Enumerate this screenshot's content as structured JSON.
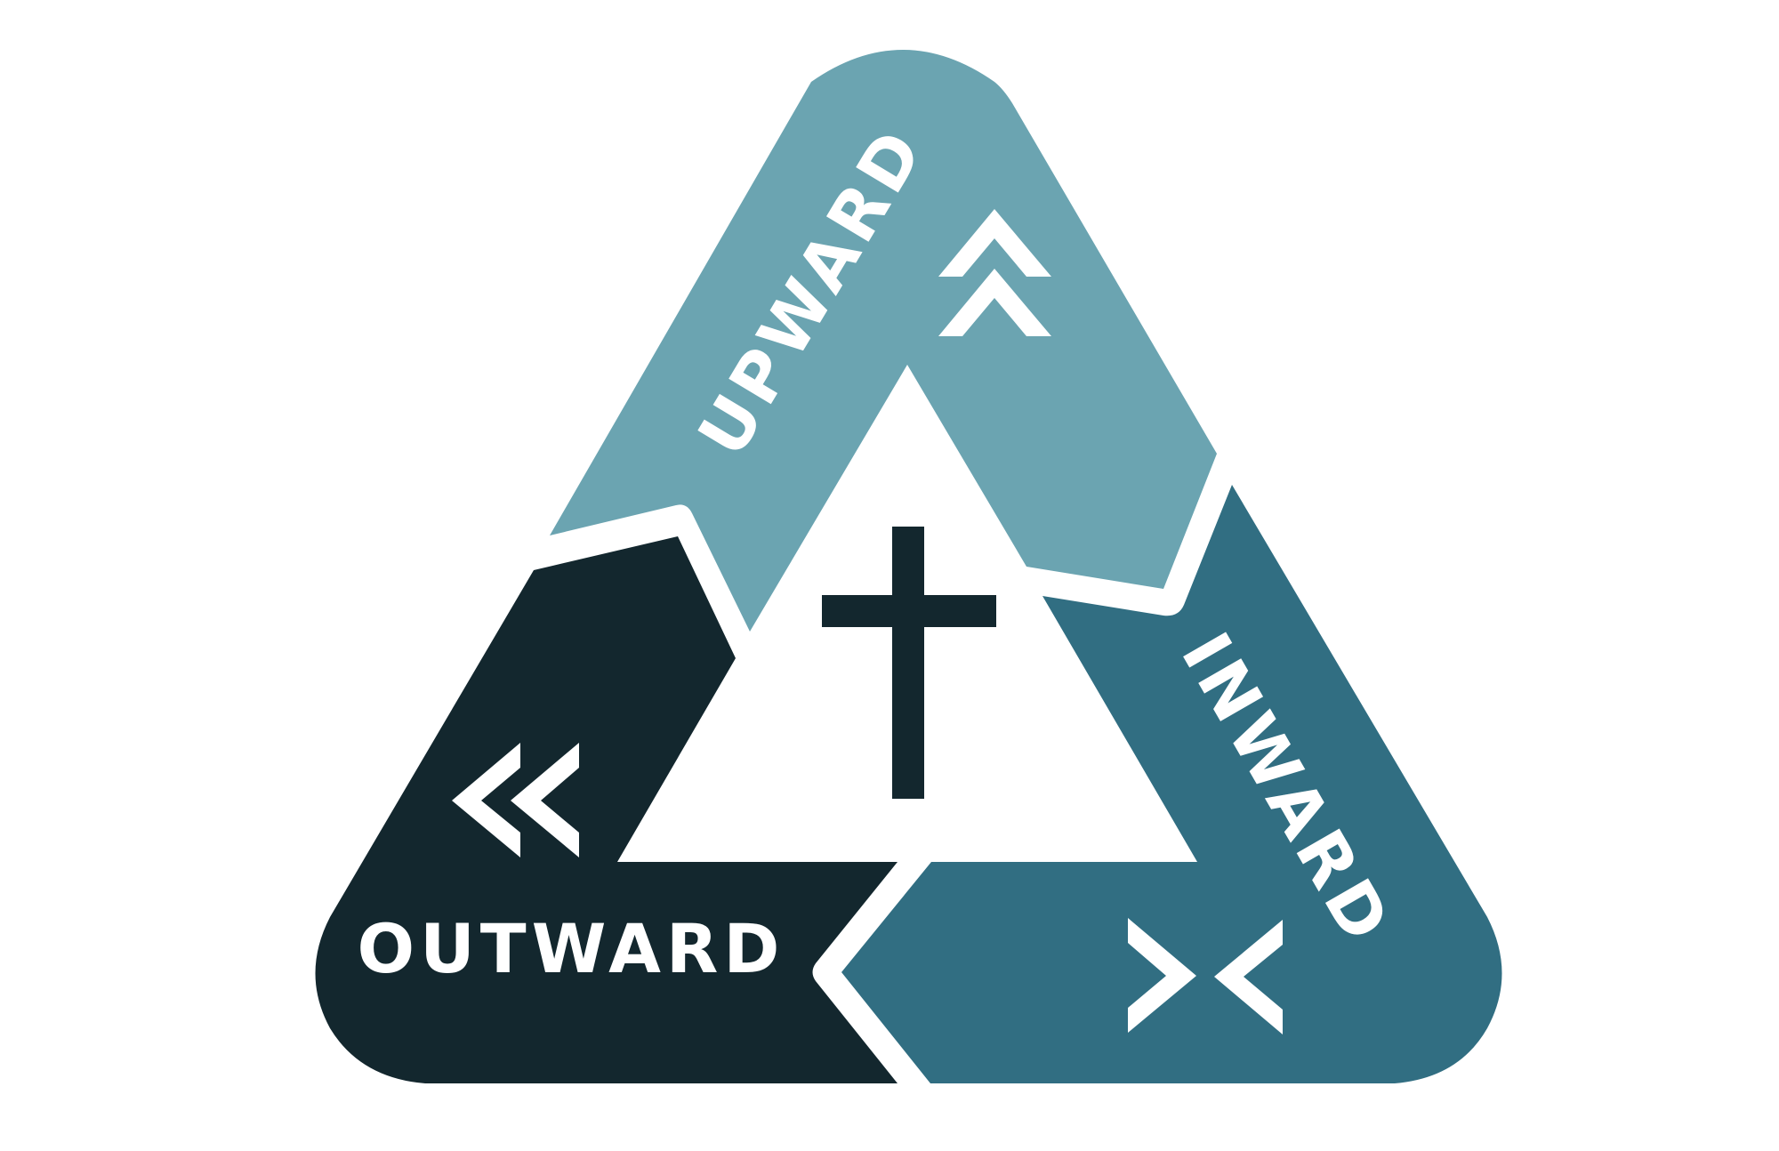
{
  "diagram": {
    "labels": {
      "upward": "UPWARD",
      "inward": "INWARD",
      "outward": "OUTWARD"
    },
    "center_symbol": "cross-icon",
    "colors": {
      "background": "#ffffff",
      "upward": "#6ba4b1",
      "inward": "#316e82",
      "outward": "#13272e",
      "cross": "#13272e",
      "label_text": "#ffffff",
      "chevrons": "#ffffff"
    }
  }
}
